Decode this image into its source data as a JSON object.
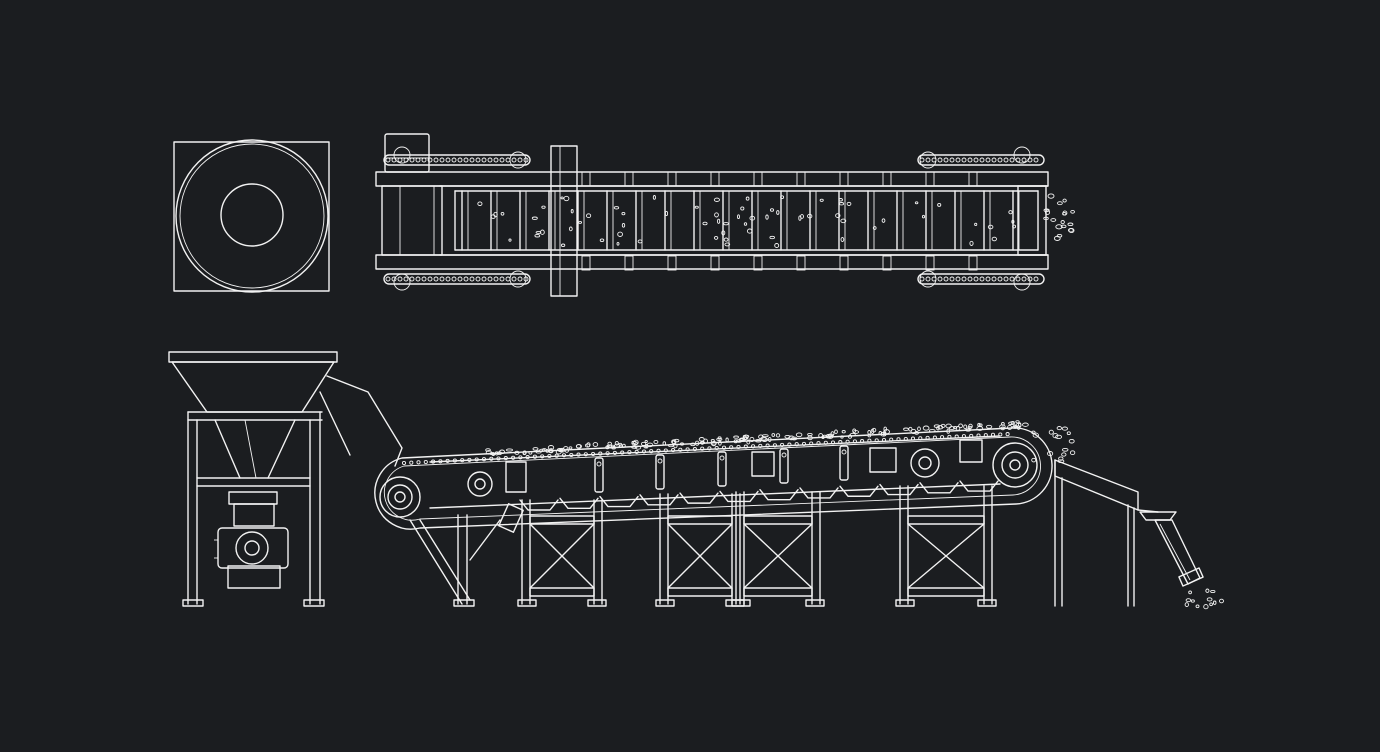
{
  "drawing": {
    "style": "white line drawing on dark background",
    "colors": {
      "background": "#1b1d20",
      "line": "#f2f2f2"
    },
    "views": [
      {
        "id": "top-view",
        "components": [
          "feeder-plan-square",
          "conveyor-plan-with-chains"
        ]
      },
      {
        "id": "side-view",
        "components": [
          "hopper-feeder",
          "inclined-belt-conveyor",
          "discharge-chute"
        ]
      }
    ]
  }
}
